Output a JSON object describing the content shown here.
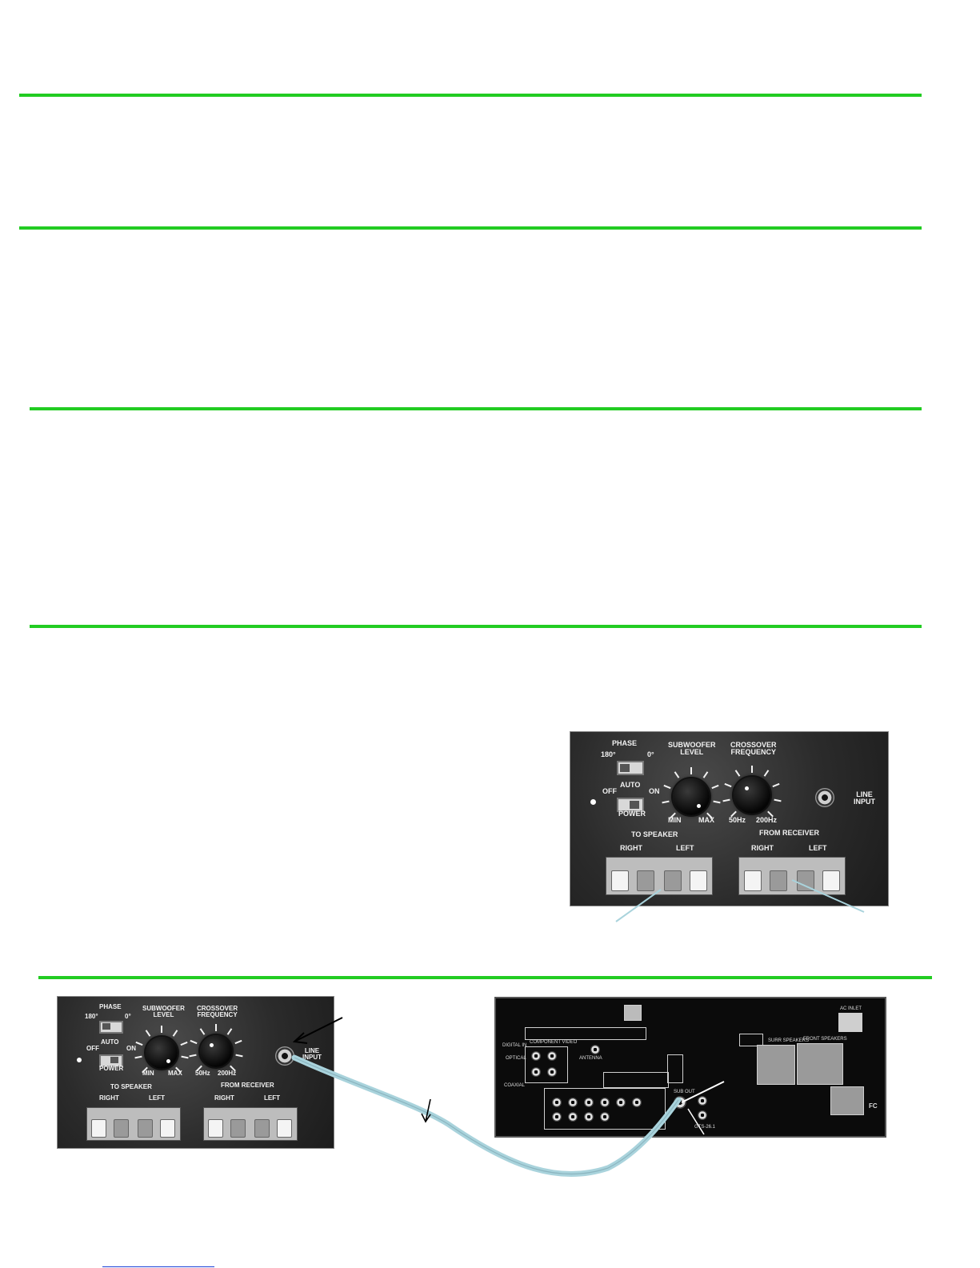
{
  "colors": {
    "rule": "#22cc22",
    "cable": "#a9d3dc",
    "link": "#1a3fd6"
  },
  "panel": {
    "phase": "PHASE",
    "phase_180": "180°",
    "phase_0": "0°",
    "auto": "AUTO",
    "off": "OFF",
    "on": "ON",
    "power": "POWER",
    "subwoofer_level": "SUBWOOFER\nLEVEL",
    "min": "MIN",
    "max": "MAX",
    "crossover_frequency": "CROSSOVER\nFREQUENCY",
    "hz50": "50Hz",
    "hz200": "200Hz",
    "line_input": "LINE\nINPUT",
    "to_speaker": "TO SPEAKER",
    "from_receiver": "FROM RECEIVER",
    "right": "RIGHT",
    "left": "LEFT"
  },
  "receiver": {
    "component_video": "COMPONENT VIDEO",
    "antenna": "ANTENNA",
    "digital_in": "DIGITAL IN",
    "optical": "OPTICAL",
    "coaxial": "COAXIAL",
    "front_speakers": "FRONT SPEAKERS",
    "surr_speakers": "SURR SPEAKERS",
    "ac_inlet": "AC INLET",
    "model": "GTS-26.1",
    "sub_out": "SUB OUT",
    "fc": "FC"
  },
  "icons": [
    "arrow-icon",
    "cable-icon"
  ]
}
